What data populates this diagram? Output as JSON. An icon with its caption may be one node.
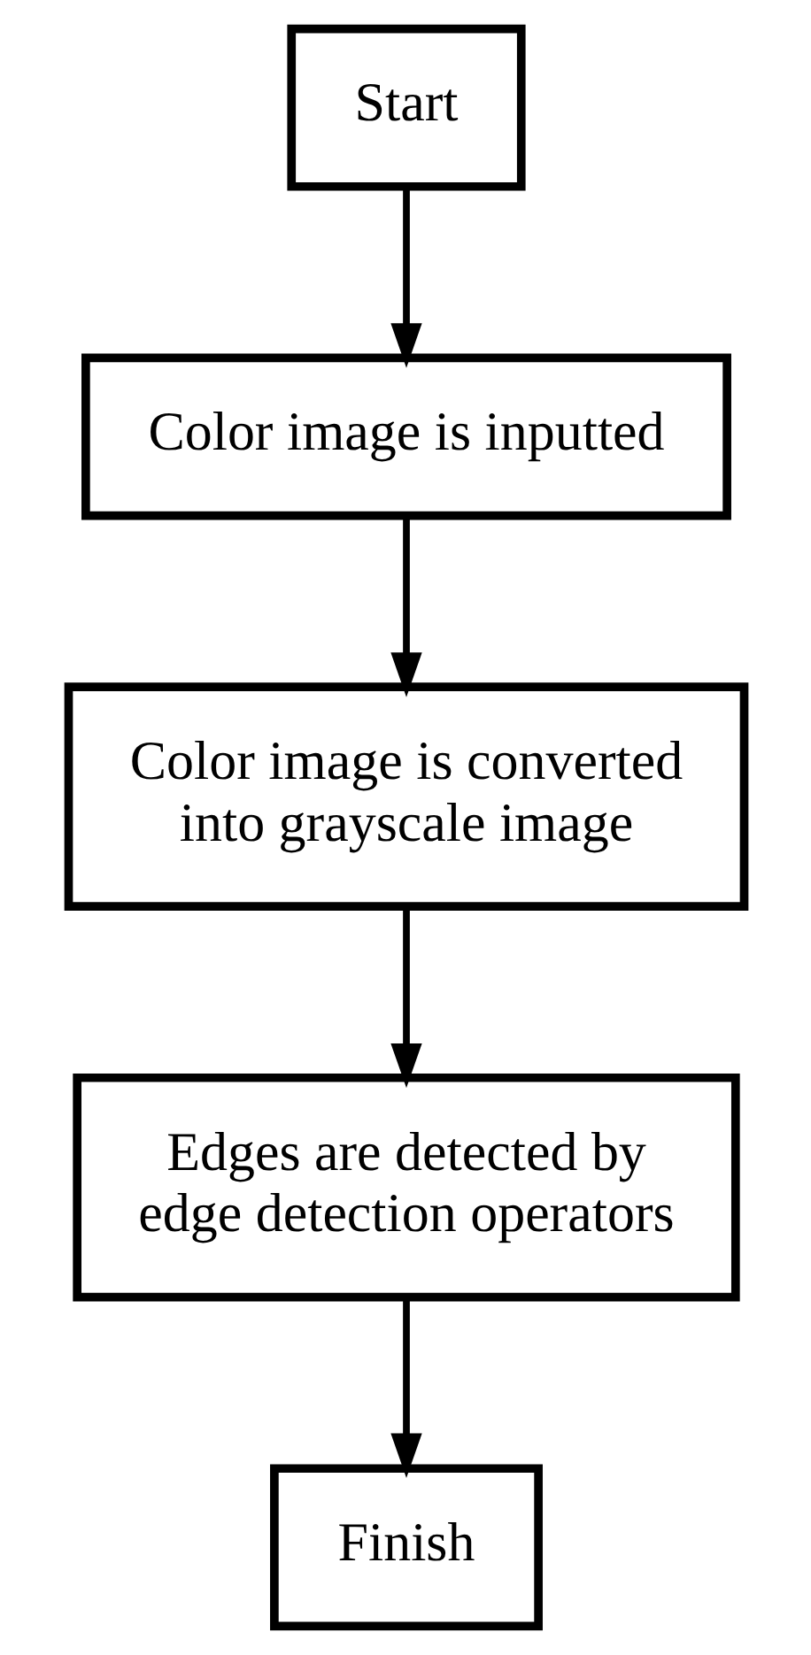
{
  "diagram": {
    "nodes": [
      {
        "text": [
          "Start"
        ]
      },
      {
        "text": [
          "Color image is inputted"
        ]
      },
      {
        "text": [
          "Color image is converted into grayscale image"
        ]
      },
      {
        "text": [
          "Edges are detected by edge detection operators"
        ]
      },
      {
        "text": [
          "Finish"
        ]
      }
    ],
    "edges": [
      {
        "from": 0,
        "to": 1,
        "arrow": "to"
      },
      {
        "from": 1,
        "to": 2,
        "arrow": "to"
      },
      {
        "from": 2,
        "to": 3,
        "arrow": "to"
      },
      {
        "from": 3,
        "to": 4,
        "arrow": "to"
      }
    ]
  }
}
